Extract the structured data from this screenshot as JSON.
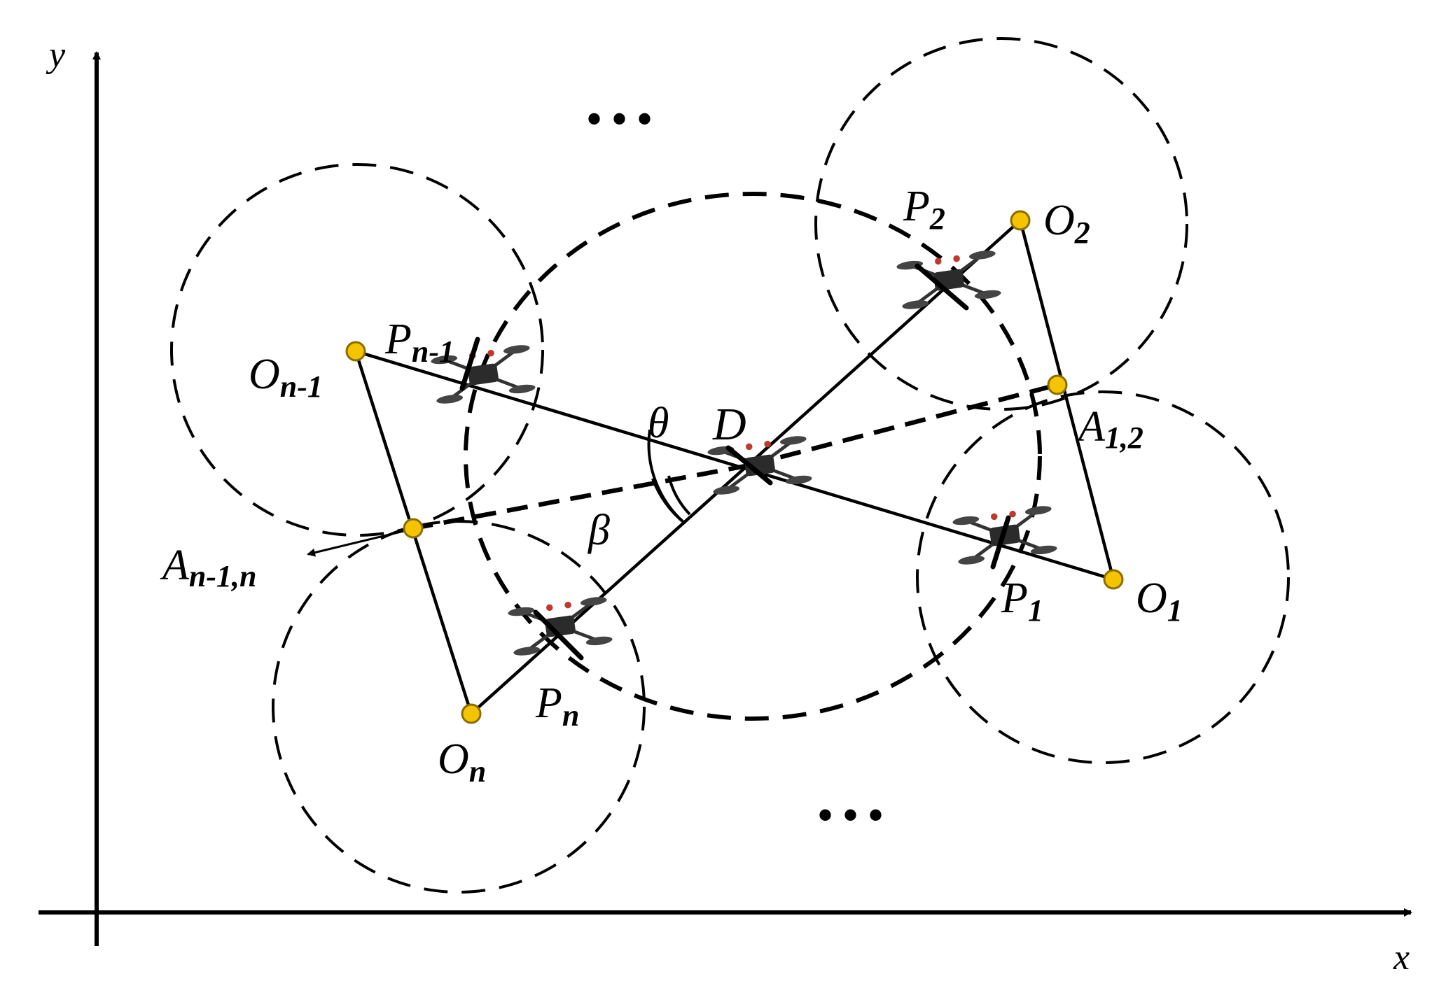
{
  "axes": {
    "x_label": "x",
    "y_label": "y"
  },
  "points": {
    "O1": {
      "base": "O",
      "sub": "1"
    },
    "O2": {
      "base": "O",
      "sub": "2"
    },
    "On": {
      "base": "O",
      "sub": "n"
    },
    "On1": {
      "base": "O",
      "sub": "n-1"
    },
    "P1": {
      "base": "P",
      "sub": "1"
    },
    "P2": {
      "base": "P",
      "sub": "2"
    },
    "Pn": {
      "base": "P",
      "sub": "n"
    },
    "Pn1": {
      "base": "P",
      "sub": "n-1"
    },
    "A12": {
      "base": "A",
      "sub": "1,2"
    },
    "An1n": {
      "base": "A",
      "sub": "n-1,n"
    },
    "D": {
      "base": "D"
    }
  },
  "angles": {
    "theta": "θ",
    "beta": "β"
  },
  "ellipsis": {
    "top": "• • •",
    "bottom": "• • •"
  },
  "colors": {
    "node_fill": "#f5c400",
    "node_stroke": "#8a6d00",
    "line": "#000000"
  },
  "icons": {
    "uav": "quadcopter-drone-icon"
  }
}
